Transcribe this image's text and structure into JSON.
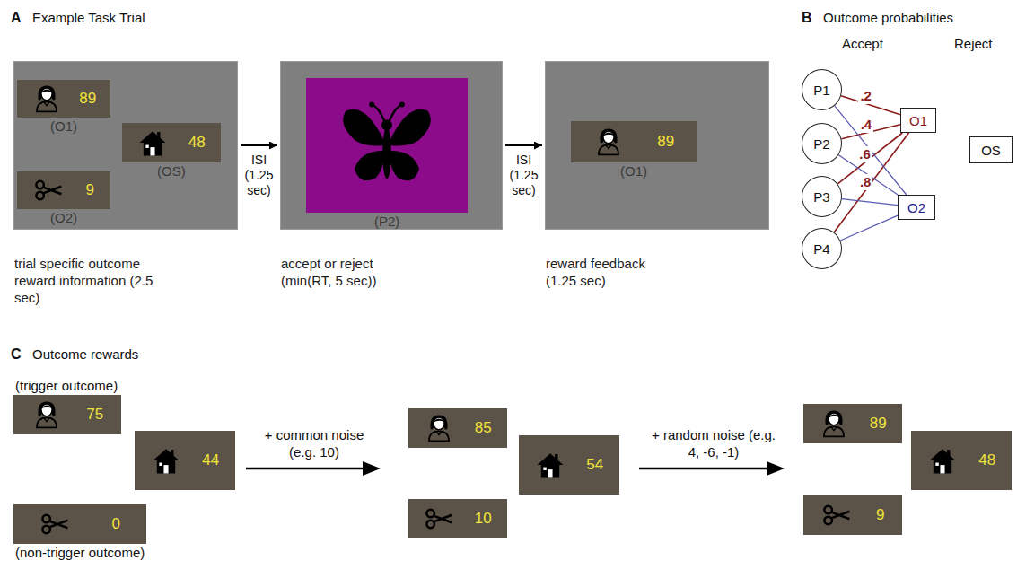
{
  "diagram": {
    "nodes": [
      {
        "text": [
          "trial specific outcome reward information (2.5 sec)"
        ]
      },
      {
        "text": [
          "89",
          "(O1)"
        ],
        "in": 0
      },
      {
        "text": [
          "9",
          "(O2)"
        ],
        "in": 0
      },
      {
        "text": [
          "48",
          "(OS)"
        ],
        "in": 0
      },
      {
        "text": [
          "accept or reject (min(RT, 5 sec))"
        ]
      },
      {
        "text": [
          "(P2)"
        ],
        "in": 4
      },
      {
        "text": [
          "reward feedback (1.25 sec)"
        ]
      },
      {
        "text": [
          "89",
          "(O1)"
        ],
        "in": 6
      },
      {
        "text": [
          "P1"
        ]
      },
      {
        "text": [
          "P2"
        ]
      },
      {
        "text": [
          "P3"
        ]
      },
      {
        "text": [
          "P4"
        ]
      },
      {
        "text": [
          "O1"
        ]
      },
      {
        "text": [
          "O2"
        ]
      },
      {
        "text": [
          "OS"
        ]
      },
      {
        "text": [
          "75",
          "(trigger outcome)"
        ]
      },
      {
        "text": [
          "44"
        ]
      },
      {
        "text": [
          "0",
          "(non-trigger outcome)"
        ]
      },
      {
        "text": [
          "85"
        ]
      },
      {
        "text": [
          "54"
        ]
      },
      {
        "text": [
          "10"
        ]
      },
      {
        "text": [
          "89"
        ]
      },
      {
        "text": [
          "48"
        ]
      },
      {
        "text": [
          "9"
        ]
      }
    ],
    "edges": [
      {
        "from": 0,
        "to": 4,
        "arrow": "to",
        "label": "ISI (1.25 sec)"
      },
      {
        "from": 4,
        "to": 6,
        "arrow": "to",
        "label": "ISI (1.25 sec)"
      },
      {
        "from": 8,
        "to": 12,
        "arrow": "none",
        "label": ".2"
      },
      {
        "from": 9,
        "to": 12,
        "arrow": "none",
        "label": ".4"
      },
      {
        "from": 10,
        "to": 12,
        "arrow": "none",
        "label": ".6"
      },
      {
        "from": 11,
        "to": 12,
        "arrow": "none",
        "label": ".8"
      },
      {
        "from": 8,
        "to": 13,
        "arrow": "none"
      },
      {
        "from": 9,
        "to": 13,
        "arrow": "none"
      },
      {
        "from": 10,
        "to": 13,
        "arrow": "none"
      },
      {
        "from": 11,
        "to": 13,
        "arrow": "none"
      }
    ],
    "labels": [
      "A",
      "Example Task Trial",
      "B",
      "Outcome probabilities",
      "Accept",
      "Reject",
      "C",
      "Outcome rewards",
      "+ common noise (e.g. 10)",
      "+ random noise (e.g. 4, -6, -1)"
    ]
  }
}
